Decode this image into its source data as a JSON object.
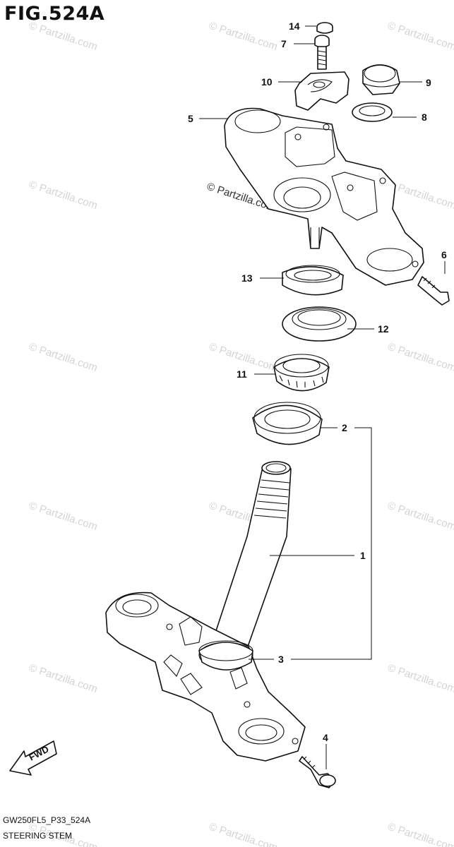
{
  "figure": {
    "title": "FIG.524A",
    "code": "GW250FL5_P33_524A",
    "name": "STEERING STEM",
    "fwd_label": "FWD"
  },
  "watermark": {
    "text": "© Partzilla.com"
  },
  "callouts": [
    {
      "id": "c14",
      "number": "14"
    },
    {
      "id": "c7",
      "number": "7"
    },
    {
      "id": "c10",
      "number": "10"
    },
    {
      "id": "c9",
      "number": "9"
    },
    {
      "id": "c8",
      "number": "8"
    },
    {
      "id": "c5",
      "number": "5"
    },
    {
      "id": "c6",
      "number": "6"
    },
    {
      "id": "c13",
      "number": "13"
    },
    {
      "id": "c12",
      "number": "12"
    },
    {
      "id": "c11",
      "number": "11"
    },
    {
      "id": "c2",
      "number": "2"
    },
    {
      "id": "c1",
      "number": "1"
    },
    {
      "id": "c3",
      "number": "3"
    },
    {
      "id": "c4",
      "number": "4"
    }
  ]
}
